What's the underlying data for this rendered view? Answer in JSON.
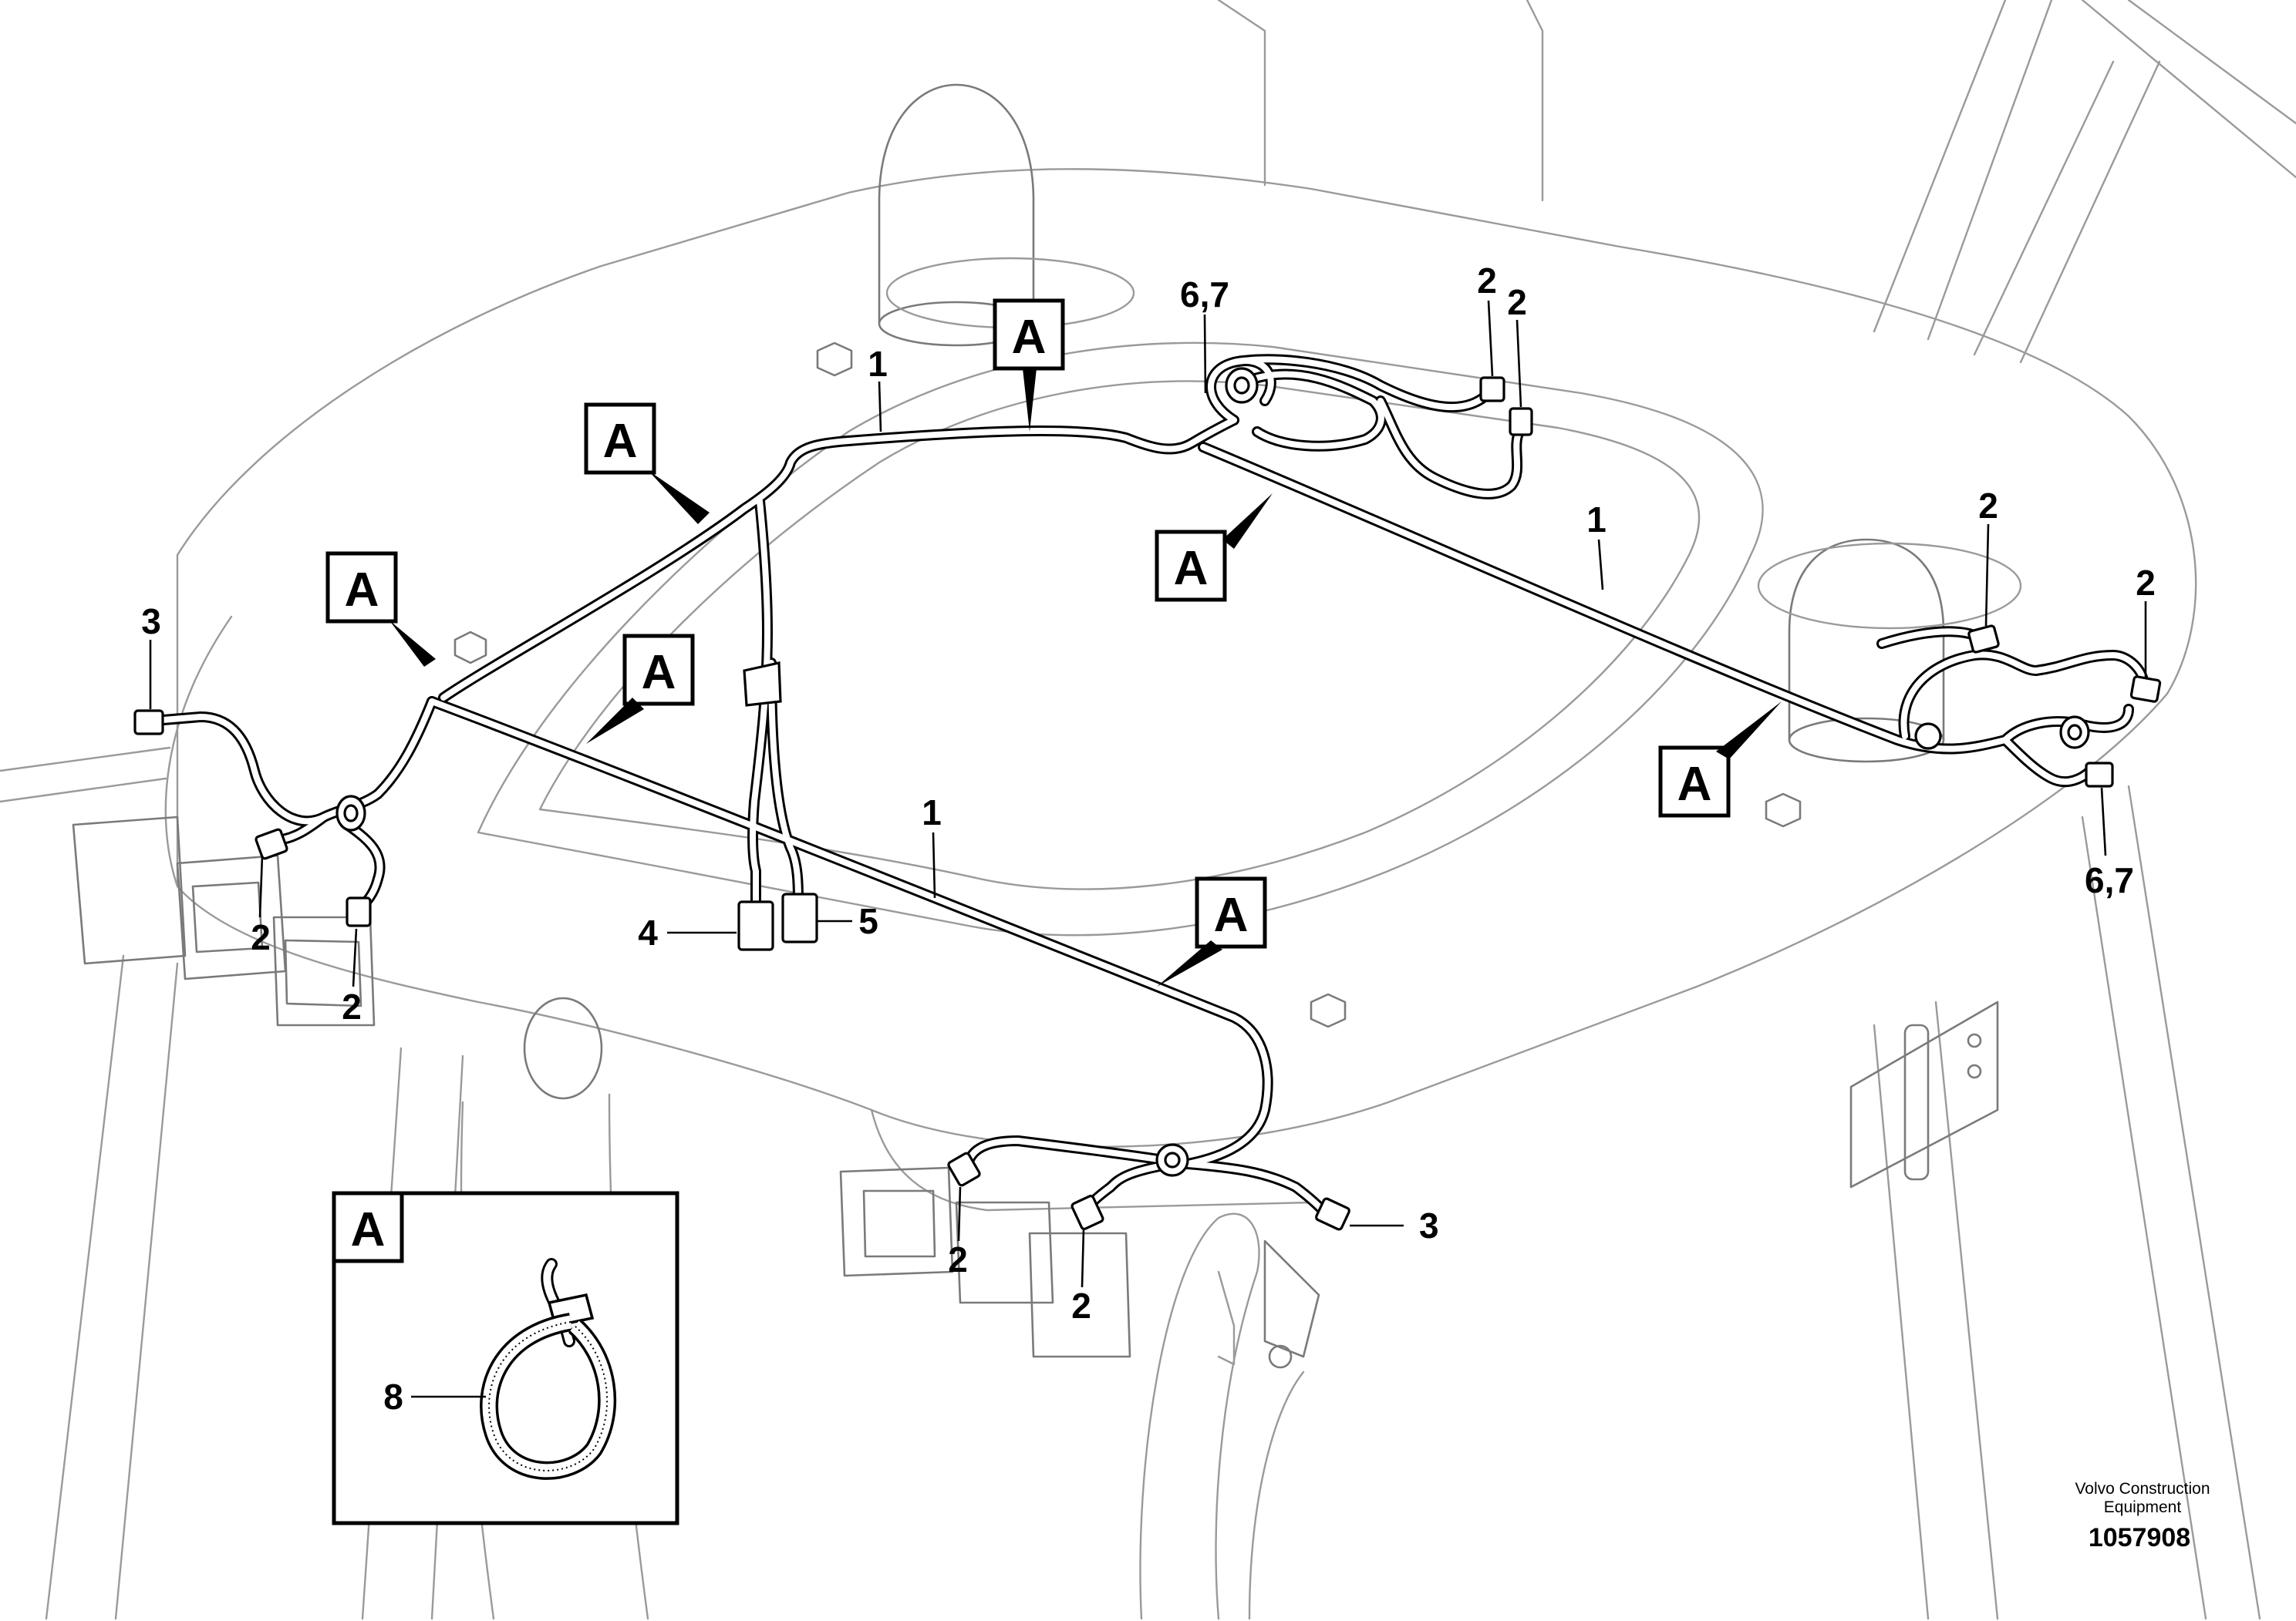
{
  "caption": {
    "brand_line1": "Volvo Construction",
    "brand_line2": "Equipment",
    "figure_number": "1057908"
  },
  "detail_inset": {
    "ref_label": "A",
    "item_label": "8"
  },
  "callouts": {
    "ref_label": "A",
    "harness": "1",
    "connector_2": "2",
    "connector_3": "3",
    "connector_4": "4",
    "connector_5": "5",
    "grommet_6_7": "6,7"
  }
}
